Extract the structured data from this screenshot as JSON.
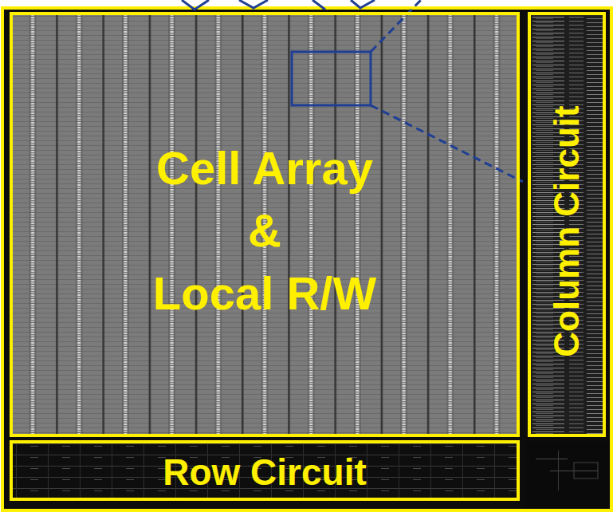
{
  "diagram": {
    "nodes": [
      {
        "text": [
          "Cell Array & Local R/W"
        ]
      },
      {
        "text": [
          "Column Circuit"
        ]
      },
      {
        "text": [
          "Row Circuit"
        ]
      }
    ]
  }
}
